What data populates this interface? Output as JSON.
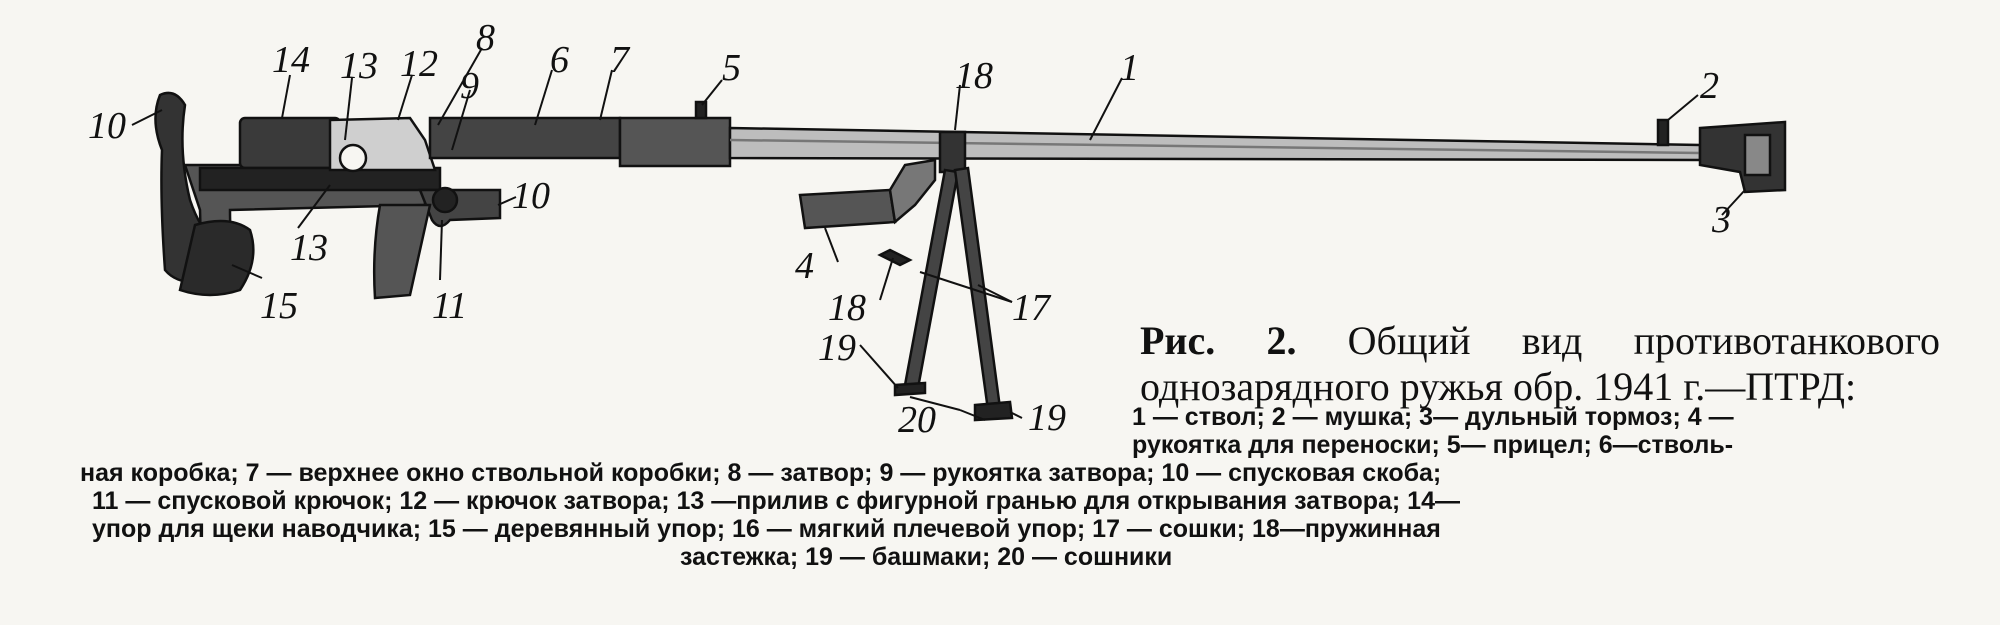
{
  "caption": {
    "title_prefix": "Рис. 2.",
    "title_line1": "Общий вид противотанкового",
    "title_line2": "однозарядного ружья обр. 1941 г.—ПТРД:"
  },
  "legend_lines": [
    "1 — ствол; 2 — мушка; 3— дульный тормоз; 4 —",
    "рукоятка для переноски; 5— прицел; 6—стволь-",
    "ная коробка; 7 — верхнее окно ствольной коробки; 8 — затвор; 9 — рукоятка затвора;  10 — спусковая скоба;",
    "11 — спусковой крючок; 12 — крючок затвора; 13 —прилив с фигурной гранью для открывания затвора; 14—",
    "упор для щеки наводчика; 15 — деревянный упор; 16 — мягкий плечевой упор;  17 — сошки;  18—пружинная",
    "застежка; 19 — башмаки; 20 — сошники"
  ],
  "part_numbers": {
    "n1": "1",
    "n2": "2",
    "n3": "3",
    "n4": "4",
    "n5": "5",
    "n6": "6",
    "n7": "7",
    "n8": "8",
    "n9": "9",
    "n10a": "10",
    "n10b": "10",
    "n11": "11",
    "n12": "12",
    "n13a": "13",
    "n13b": "13",
    "n14": "14",
    "n15": "15",
    "n17": "17",
    "n18a": "18",
    "n18b": "18",
    "n19a": "19",
    "n19b": "19",
    "n20": "20"
  }
}
